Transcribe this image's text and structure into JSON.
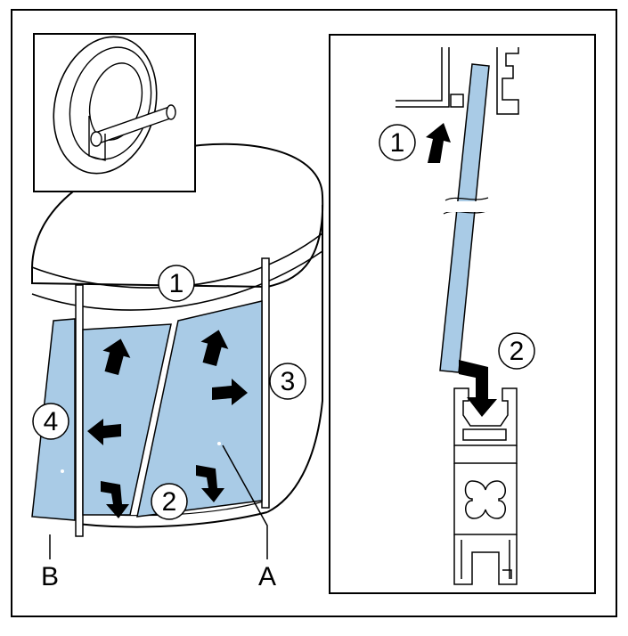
{
  "left_panel": {
    "callouts": {
      "step1": "1",
      "step2": "2",
      "step3": "3",
      "step4": "4"
    },
    "labels": {
      "panel_a": "A",
      "panel_b": "B"
    }
  },
  "right_panel": {
    "callouts": {
      "step1": "1",
      "step2": "2"
    }
  },
  "colors": {
    "panel_fill": "#a9cbe6",
    "line": "#000000",
    "background": "#ffffff"
  }
}
